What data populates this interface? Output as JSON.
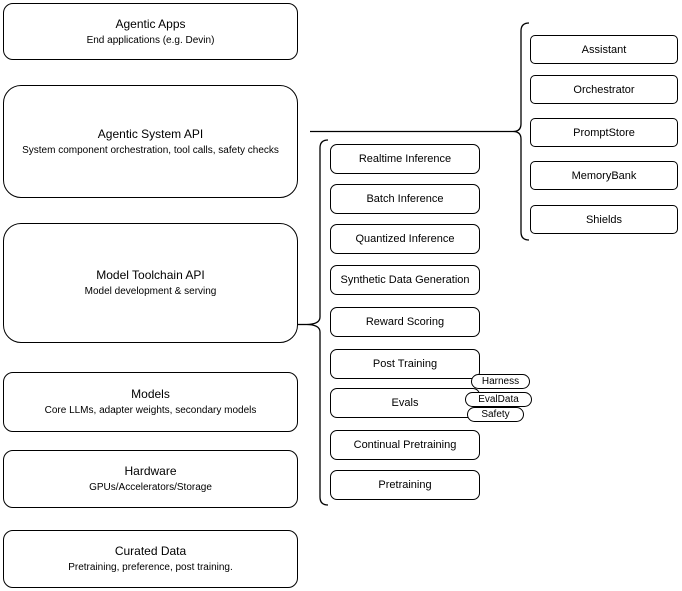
{
  "diagram": {
    "left_column": [
      {
        "title": "Agentic Apps",
        "subtitle": "End applications (e.g. Devin)"
      },
      {
        "title": "Agentic System API",
        "subtitle": "System component orchestration, tool calls, safety checks"
      },
      {
        "title": "Model Toolchain API",
        "subtitle": "Model development & serving"
      },
      {
        "title": "Models",
        "subtitle": "Core LLMs, adapter weights, secondary models"
      },
      {
        "title": "Hardware",
        "subtitle": "GPUs/Accelerators/Storage"
      },
      {
        "title": "Curated Data",
        "subtitle": "Pretraining, preference, post training."
      }
    ],
    "toolchain_components": [
      "Realtime Inference",
      "Batch Inference",
      "Quantized Inference",
      "Synthetic Data Generation",
      "Reward Scoring",
      "Post Training",
      "Evals",
      "Continual Pretraining",
      "Pretraining"
    ],
    "evals_tags": [
      "Harness",
      "EvalData",
      "Safety"
    ],
    "agentic_components": [
      "Assistant",
      "Orchestrator",
      "PromptStore",
      "MemoryBank",
      "Shields"
    ],
    "colors": {
      "stroke": "#000000",
      "background": "#ffffff",
      "text": "#000000"
    }
  }
}
